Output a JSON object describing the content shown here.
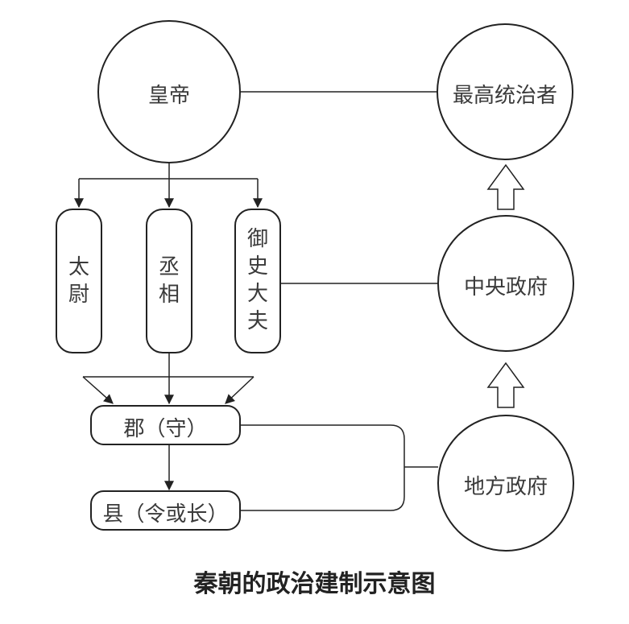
{
  "diagram": {
    "nodes": {
      "emperor": "皇帝",
      "taiwei": "太尉",
      "chengxiang": "丞相",
      "yushidafu": "御史大夫",
      "jun": "郡（守）",
      "xian": "县（令或长）",
      "supreme_ruler": "最高统治者",
      "central_gov": "中央政府",
      "local_gov": "地方政府"
    },
    "vertical": {
      "taiwei": [
        "太",
        "尉"
      ],
      "chengxiang": [
        "丞",
        "相"
      ],
      "yushidafu": [
        "御",
        "史",
        "大",
        "夫"
      ]
    },
    "caption": "秦朝的政治建制示意图"
  }
}
